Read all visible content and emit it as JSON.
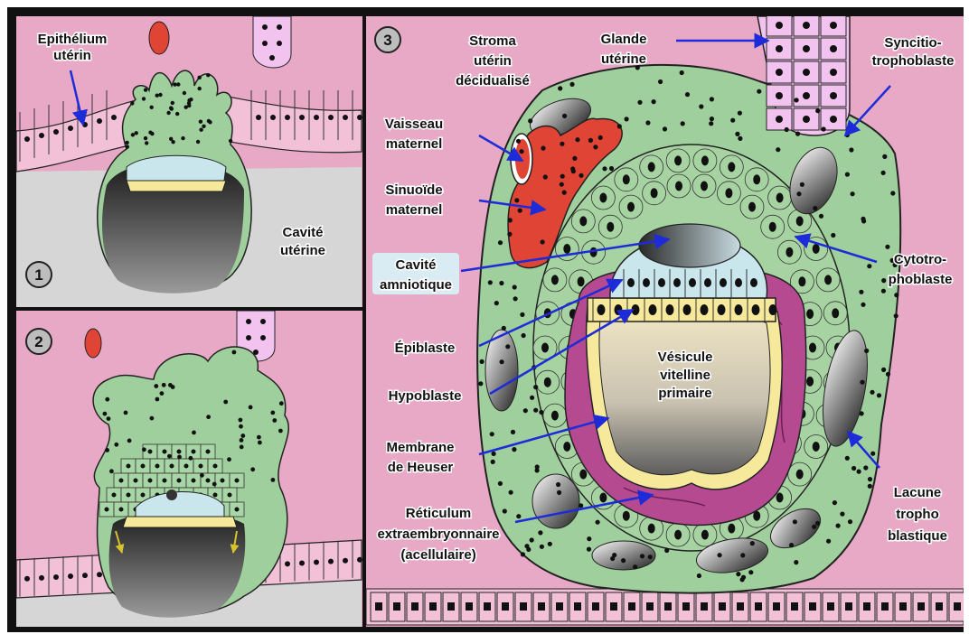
{
  "panels": [
    {
      "number": "1",
      "labels": {
        "epithelium": [
          "Epithélium",
          "utérin"
        ],
        "cavity": [
          "Cavité",
          "utérine"
        ]
      }
    },
    {
      "number": "2"
    },
    {
      "number": "3"
    }
  ],
  "labels3": {
    "stroma": [
      "Stroma",
      "utérin",
      "décidualisé"
    ],
    "glande": [
      "Glande",
      "utérine"
    ],
    "syncitio": [
      "Syncitio-",
      "trophoblaste"
    ],
    "vaisseau": [
      "Vaisseau",
      "maternel"
    ],
    "sinuoide": [
      "Sinuoïde",
      "maternel"
    ],
    "cavite_amn": [
      "Cavité",
      "amniotique"
    ],
    "cytotro": [
      "Cytotro-",
      "phoblaste"
    ],
    "epiblaste": [
      "Épiblaste"
    ],
    "hypoblaste": [
      "Hypoblaste"
    ],
    "vesicule": [
      "Vésicule",
      "vitelline",
      "primaire"
    ],
    "membrane": [
      "Membrane",
      "de Heuser"
    ],
    "lacune": [
      "Lacune",
      "tropho",
      "blastique"
    ],
    "reticulum": [
      "Réticulum",
      "extraembryonnaire",
      "(acellulaire)"
    ]
  },
  "colors": {
    "pink": "#e8a9c6",
    "grey": "#d6d6d6",
    "green": "#9fcf9d",
    "red": "#e04434",
    "yellow": "#f6e99b",
    "lightblue": "#c9e6ec",
    "magenta": "#b54a91",
    "gland": "#f3c3f0",
    "arrow": "#1d2bd8",
    "frame": "#111111"
  }
}
